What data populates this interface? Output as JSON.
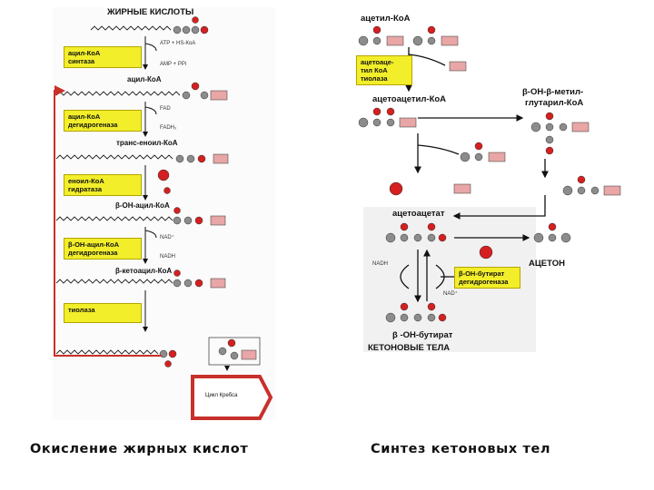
{
  "left": {
    "title": "ЖИРНЫЕ КИСЛОТЫ",
    "enzymes": [
      [
        "ацил-КоА",
        "синтаза"
      ],
      [
        "ацил-КоА",
        "дегидрогеназа"
      ],
      [
        "еноил-КоА",
        "гидратаза"
      ],
      [
        "β-ОН-ацил-КоА",
        "дегидрогеназа"
      ],
      [
        "тиолаза"
      ]
    ],
    "intermediates": [
      "ацил-КоА",
      "транс-еноил-КоА",
      "β-ОН-ацил-КоА",
      "β-кетоацил-КоА"
    ],
    "cofactors": [
      "АТР + НS-КоА",
      "АМР + РРi",
      "FAD",
      "FADH₂",
      "NAD⁺",
      "NADH"
    ],
    "krebs": "Цикл Кребса"
  },
  "right": {
    "acetyl": "ацетил-КоА",
    "enzyme_thiolase": [
      "ацетоаце-",
      "тил КоА",
      "тиолаза"
    ],
    "acetoacetyl": "ацетоацетил-КоА",
    "hmg": [
      "β-ОН-β-метил-",
      "глутарил-КоА"
    ],
    "acetoacetate": "ацетоацетат",
    "acetone": "АЦЕТОН",
    "butyrate_enzyme": [
      "β-ОН-бутират",
      "дегидрогеназа"
    ],
    "butyrate": "β -ОН-бутират",
    "ketone_bodies": "КЕТОНОВЫЕ ТЕЛА",
    "nad": [
      "NADH",
      "NAD⁺"
    ]
  },
  "captions": {
    "left": "Окисление жирных кислот",
    "right": "Синтез кетоновых тел"
  },
  "colors": {
    "enzyme_fill": "#f2ee2a",
    "atom_red": "#d42020",
    "atom_gray": "#8c8c8c",
    "coa_fill": "#e8a6a6",
    "arrow_red": "#c8302a"
  }
}
